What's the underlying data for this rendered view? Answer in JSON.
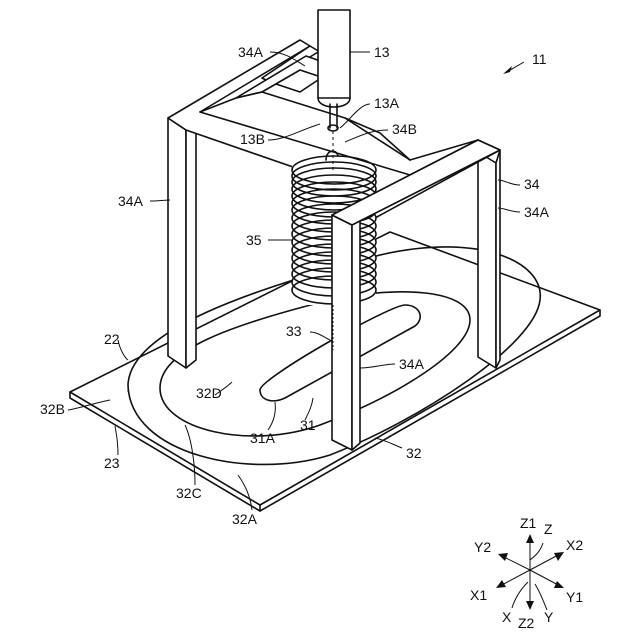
{
  "labels": {
    "l11": "11",
    "l13": "13",
    "l13A": "13A",
    "l13B": "13B",
    "l34A_top": "34A",
    "l34B": "34B",
    "l34": "34",
    "l34A_right": "34A",
    "l34A_left": "34A",
    "l35": "35",
    "l33": "33",
    "l34A_front": "34A",
    "l22": "22",
    "l32D": "32D",
    "l32B": "32B",
    "l31A": "31A",
    "l31": "31",
    "l32": "32",
    "l23": "23",
    "l32C": "32C",
    "l32A": "32A"
  },
  "axes": {
    "Z1": "Z1",
    "Z": "Z",
    "Y2": "Y2",
    "X2": "X2",
    "X1": "X1",
    "Y1": "Y1",
    "X": "X",
    "Z2": "Z2",
    "Y": "Y"
  }
}
